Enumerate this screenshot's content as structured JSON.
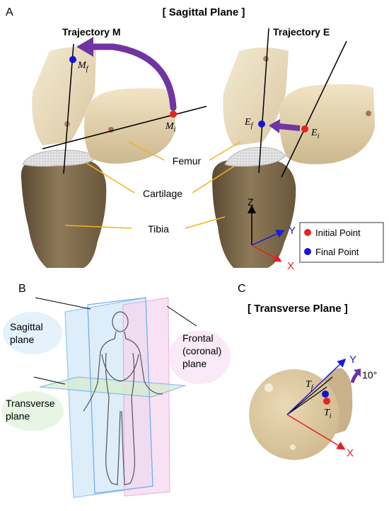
{
  "panels": {
    "a": {
      "letter": "A",
      "title": "[ Sagittal Plane ]",
      "traj_m": "Trajectory M",
      "traj_e": "Trajectory E"
    },
    "b": {
      "letter": "B"
    },
    "c": {
      "letter": "C",
      "title": "[ Transverse Plane ]"
    }
  },
  "points": {
    "m_final": "M",
    "m_final_sub": "f",
    "m_initial": "M",
    "m_initial_sub": "i",
    "e_final": "E",
    "e_final_sub": "f",
    "e_initial": "E",
    "e_initial_sub": "i",
    "t_final": "T",
    "t_final_sub": "f",
    "t_initial": "T",
    "t_initial_sub": "i"
  },
  "anatomy": {
    "femur": "Femur",
    "cartilage": "Cartilage",
    "tibia": "Tibia"
  },
  "axes": {
    "z": "Z",
    "y": "Y",
    "x": "X",
    "c_y": "Y",
    "c_x": "X",
    "angle": "10°"
  },
  "legend": {
    "initial": "Initial Point",
    "final": "Final Point"
  },
  "planes": {
    "sagittal_1": "Sagittal",
    "sagittal_2": "plane",
    "frontal_1": "Frontal",
    "frontal_2": "(coronal)",
    "frontal_3": "plane",
    "transverse_1": "Transverse",
    "transverse_2": "plane"
  },
  "colors": {
    "initial_point": "#e8231f",
    "final_point": "#1414d2",
    "arrow": "#6f35a3",
    "leader": "#f2b21c",
    "axis_z": "#000000",
    "axis_y": "#1a1ae0",
    "axis_x": "#e32020",
    "sagittal_plane": "#cfe6f8",
    "frontal_plane": "#f6d7ee",
    "transverse_plane": "#d6ecce"
  }
}
